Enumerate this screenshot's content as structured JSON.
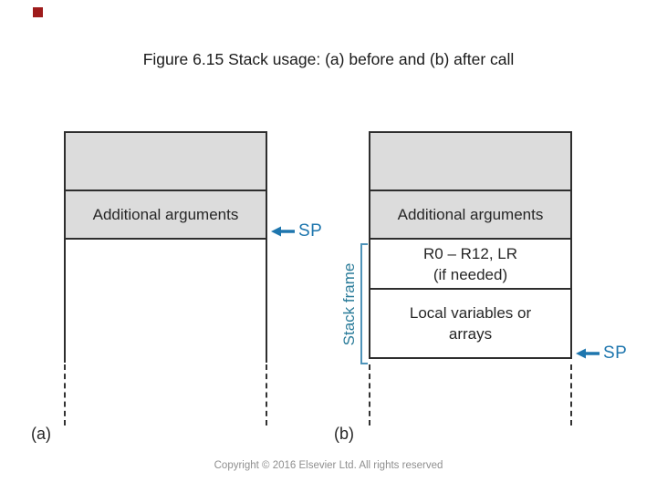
{
  "title": "Figure 6.15 Stack usage: (a) before and (b) after call",
  "footer": {
    "copyright": "Copyright © 2016 Elsevier Ltd. All rights reserved"
  },
  "colors": {
    "box_fill_gray": "#dcdcdc",
    "box_border": "#2e2e2e",
    "sp_blue": "#1e76ae",
    "stack_frame_teal": "#2a7b99",
    "bracket_blue": "#4e93b9",
    "marker_red": "#9e1b1b",
    "copyright_gray": "#8f8f8f"
  },
  "icons": {
    "sp_pointer": "left-arrow",
    "corner_marker": "red-square"
  },
  "diagram_a": {
    "caption": "(a)",
    "additional_args": "Additional arguments",
    "sp_label": "SP"
  },
  "diagram_b": {
    "caption": "(b)",
    "additional_args": "Additional arguments",
    "registers": {
      "line1": "R0 – R12, LR",
      "line2": "(if needed)"
    },
    "locals": {
      "line1": "Local variables or",
      "line2": "arrays"
    },
    "stack_frame_label": "Stack frame",
    "sp_label": "SP"
  }
}
